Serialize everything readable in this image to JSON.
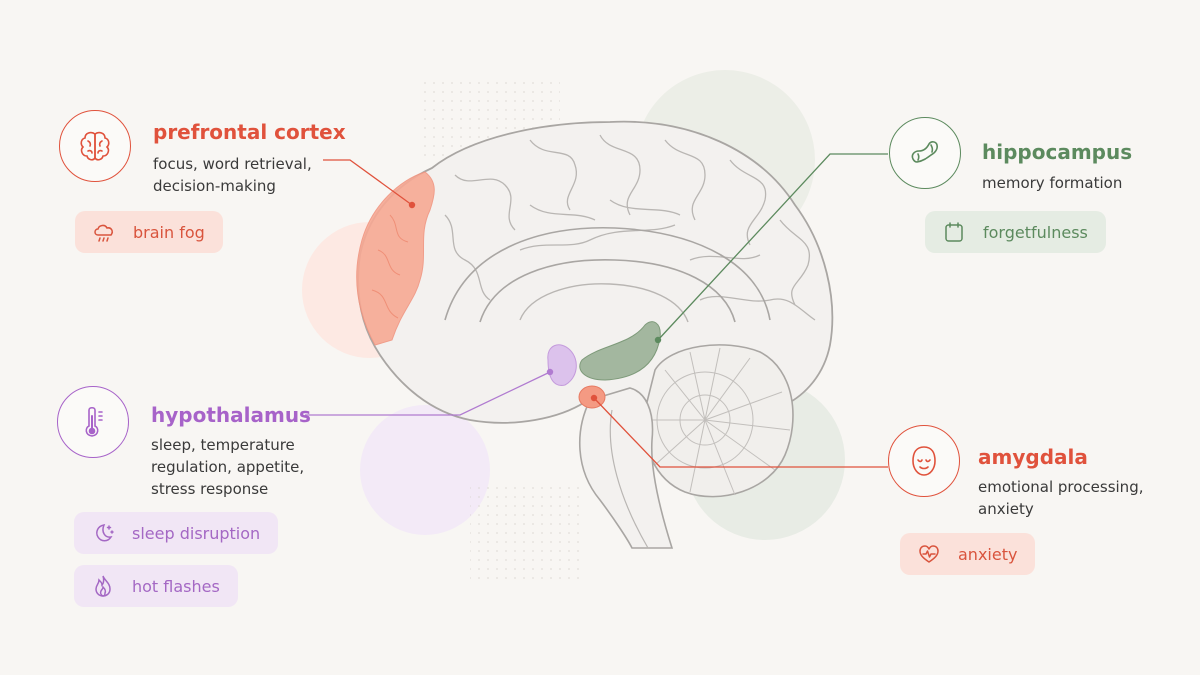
{
  "regions": {
    "prefrontal_cortex": {
      "title": "prefrontal cortex",
      "desc": [
        "focus, word retrieval,",
        "decision-making"
      ],
      "symptoms": [
        {
          "label": "brain fog",
          "icon": "cloud-rain-icon"
        }
      ],
      "color": "#e0523c",
      "icon": "brain-icon"
    },
    "hypothalamus": {
      "title": "hypothalamus",
      "desc": [
        "sleep, temperature",
        "regulation, appetite,",
        "stress response"
      ],
      "symptoms": [
        {
          "label": "sleep disruption",
          "icon": "moon-stars-icon"
        },
        {
          "label": "hot flashes",
          "icon": "flame-icon"
        }
      ],
      "color": "#a763c9",
      "icon": "thermometer-icon"
    },
    "hippocampus": {
      "title": "hippocampus",
      "desc": [
        "memory formation"
      ],
      "symptoms": [
        {
          "label": "forgetfulness",
          "icon": "calendar-icon"
        }
      ],
      "color": "#5c8a5e",
      "icon": "seahorse-icon"
    },
    "amygdala": {
      "title": "amygdala",
      "desc": [
        "emotional processing,",
        "anxiety"
      ],
      "symptoms": [
        {
          "label": "anxiety",
          "icon": "heart-pulse-icon"
        }
      ],
      "color": "#e0523c",
      "icon": "face-icon"
    }
  }
}
